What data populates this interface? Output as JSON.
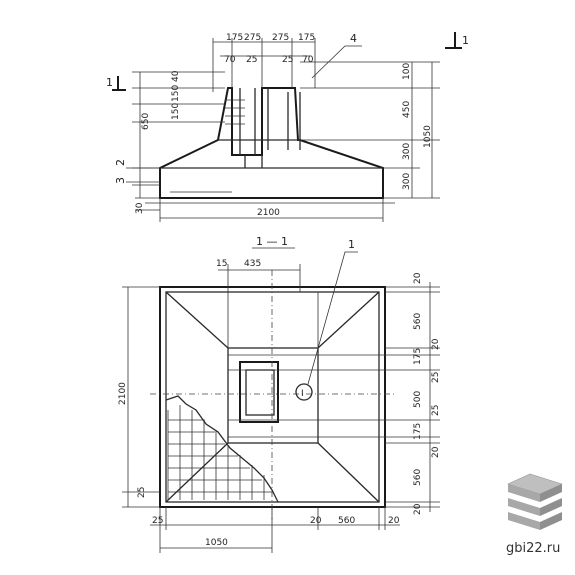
{
  "elevation": {
    "top_dims": [
      "175",
      "275",
      "275",
      "175"
    ],
    "inner_dims": [
      "70",
      "25",
      "25",
      "70"
    ],
    "left_dims": [
      "40",
      "150",
      "150",
      "650"
    ],
    "right_dims": [
      "100",
      "450",
      "300",
      "300",
      "1050"
    ],
    "bottom_dim": "2100",
    "base_dim": "30",
    "callouts": [
      "4",
      "2",
      "3"
    ],
    "section_mark": "1"
  },
  "plan": {
    "title": "1 — 1",
    "top_dims": [
      "15",
      "435"
    ],
    "right_dims": [
      "20",
      "560",
      "20",
      "175",
      "25",
      "500",
      "25",
      "175",
      "20",
      "560",
      "20"
    ],
    "left_dim": "2100",
    "left_small_dim": "25",
    "bottom_dims": [
      "25",
      "20",
      "560",
      "20"
    ],
    "bottom_total": "1050",
    "callout": "1",
    "center_mark": "I"
  },
  "watermark": {
    "text": "gbi22.ru"
  }
}
